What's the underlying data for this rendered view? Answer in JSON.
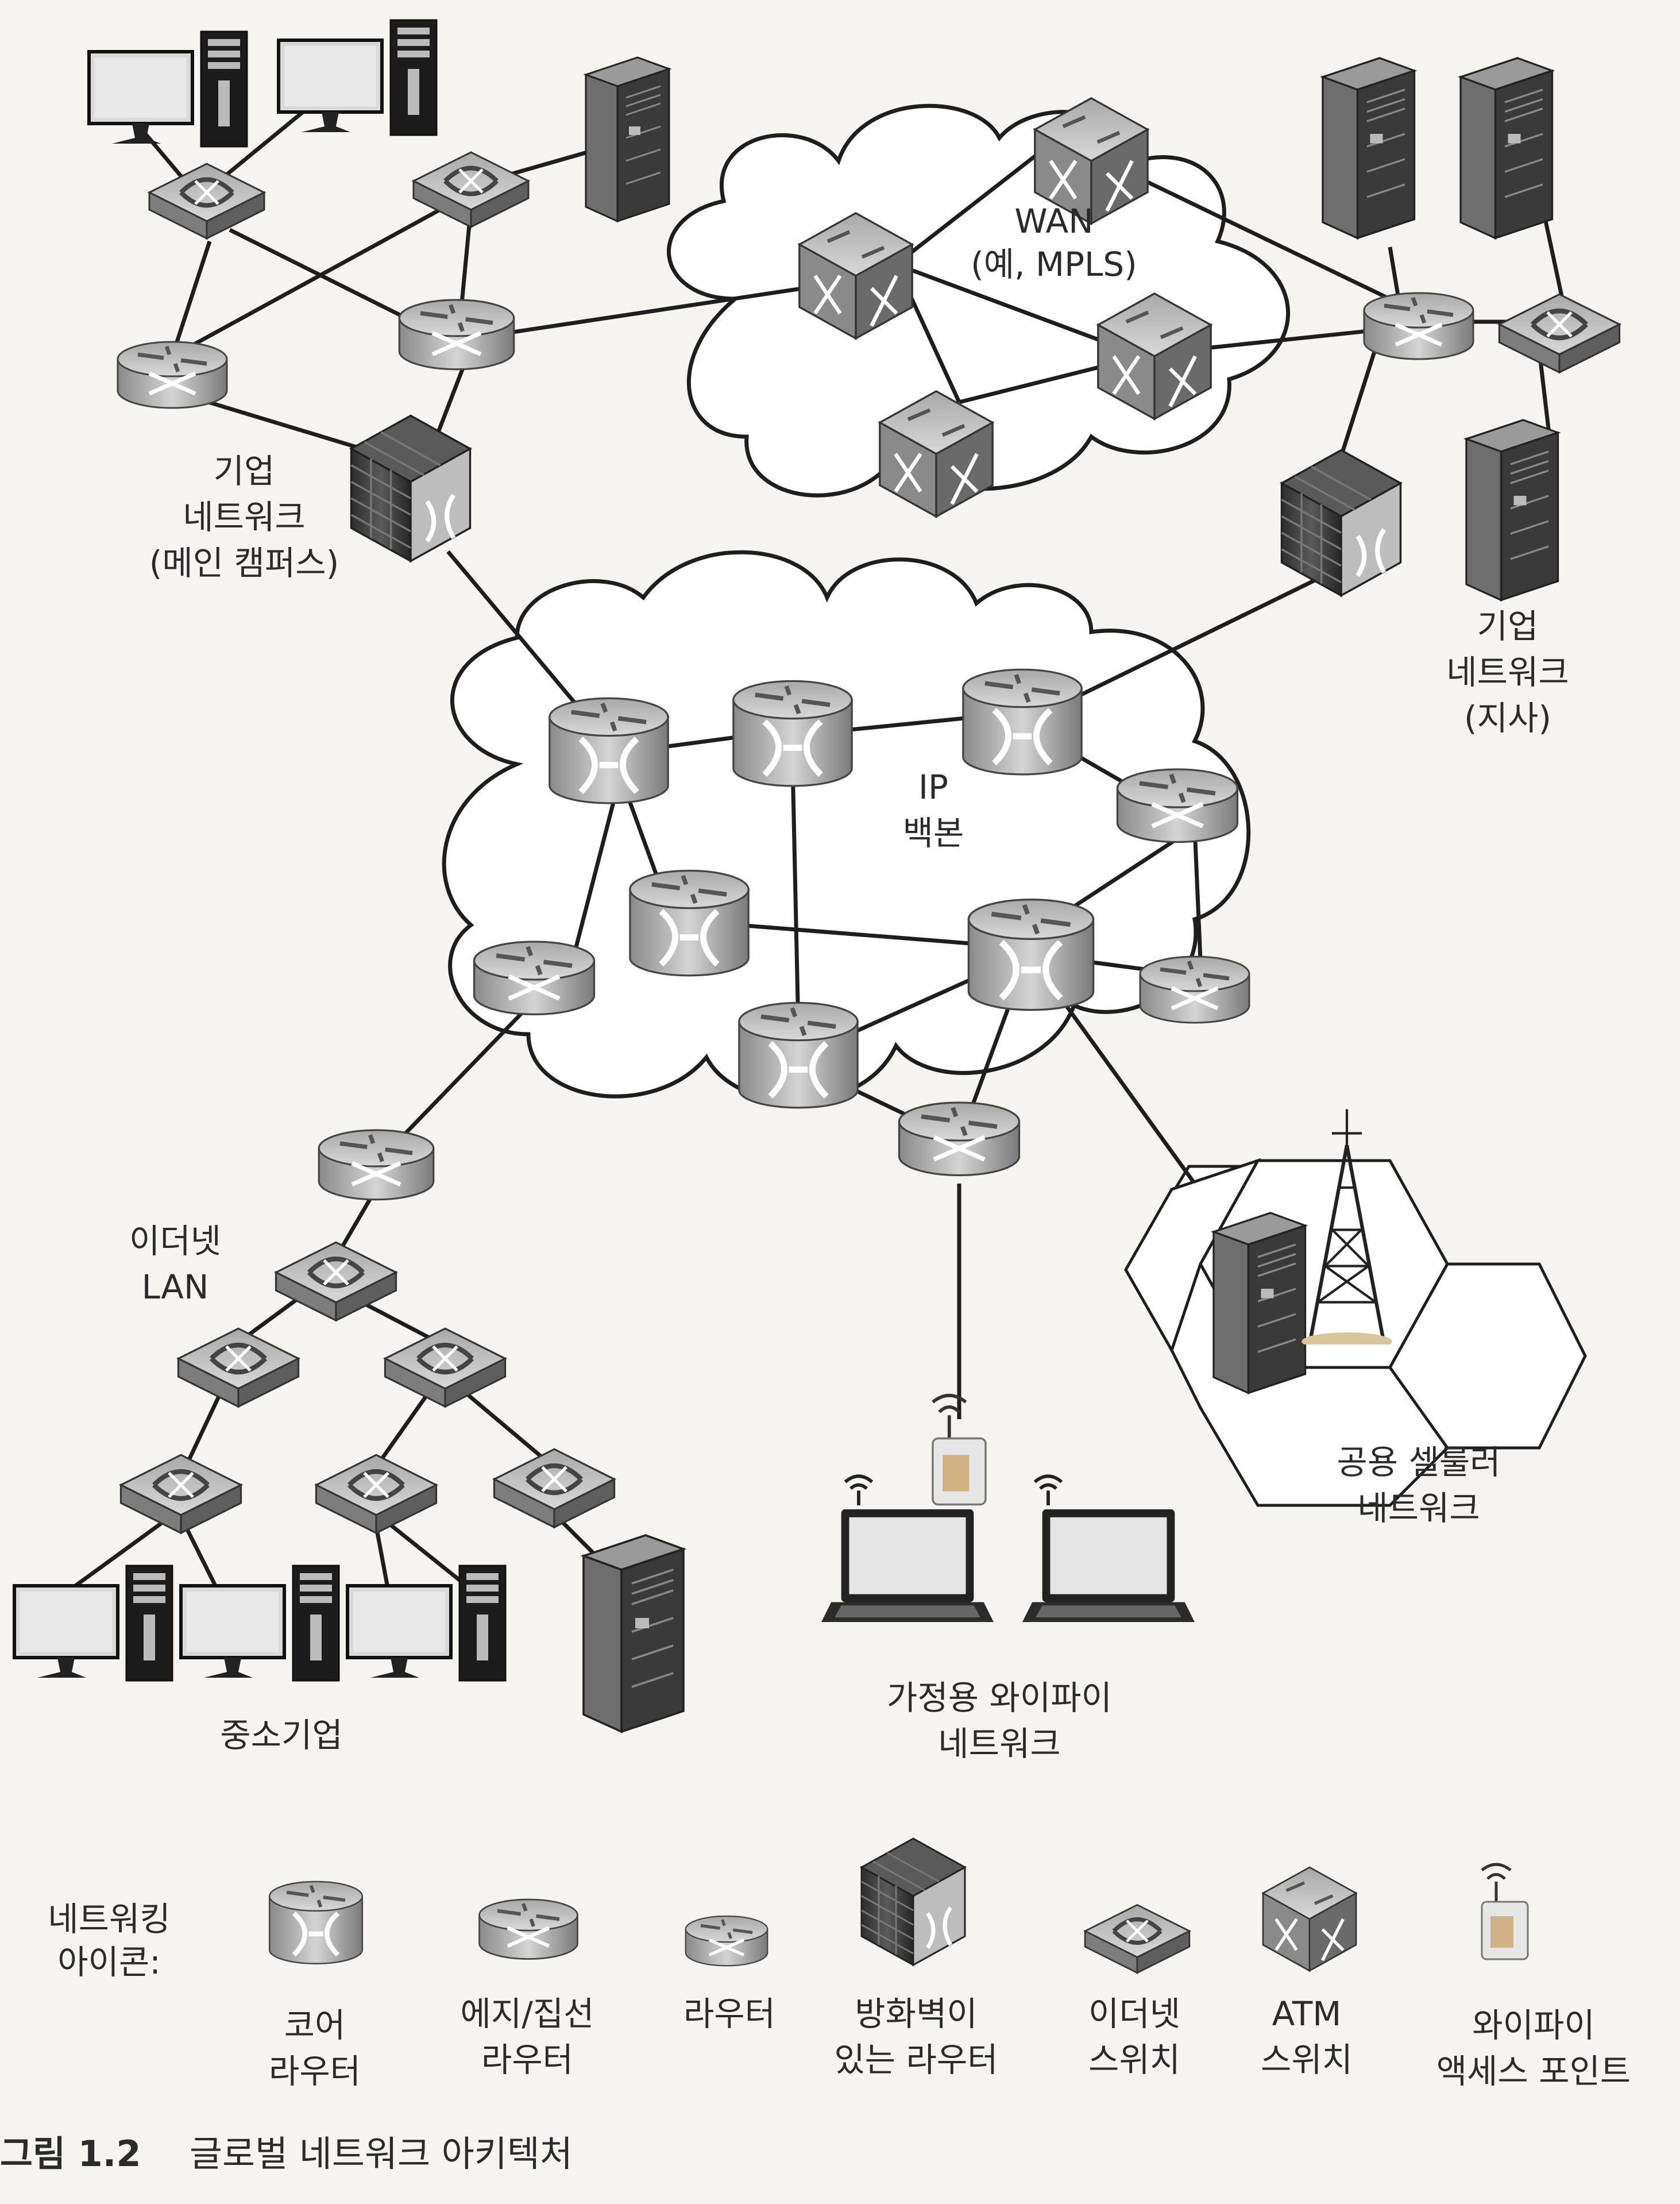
{
  "labels": {
    "main_campus": [
      "기업",
      "네트워크",
      "(메인 캠퍼스)"
    ],
    "wan": [
      "WAN",
      "(예, MPLS)"
    ],
    "branch": [
      "기업",
      "네트워크",
      "(지사)"
    ],
    "ip_backbone": [
      "IP",
      "백본"
    ],
    "ethernet_lan": [
      "이더넷",
      "LAN"
    ],
    "sme": "중소기업",
    "home_wifi": [
      "가정용 와이파이",
      "네트워크"
    ],
    "cellular": [
      "공용 셀룰러",
      "네트워크"
    ]
  },
  "legend": {
    "title": [
      "네트워킹",
      "아이콘:"
    ],
    "items": [
      {
        "icon": "core-router-icon",
        "label": [
          "코어",
          "라우터"
        ]
      },
      {
        "icon": "edge-router-icon",
        "label": [
          "에지/집선",
          "라우터"
        ]
      },
      {
        "icon": "router-icon",
        "label": [
          "라우터"
        ]
      },
      {
        "icon": "firewall-router-icon",
        "label": [
          "방화벽이",
          "있는 라우터"
        ]
      },
      {
        "icon": "ethernet-switch-icon",
        "label": [
          "이더넷",
          "스위치"
        ]
      },
      {
        "icon": "atm-switch-icon",
        "label": [
          "ATM",
          "스위치"
        ]
      },
      {
        "icon": "wifi-access-point-icon",
        "label": [
          "와이파이",
          "액세스 포인트"
        ]
      }
    ]
  },
  "caption": {
    "number": "그림 1.2",
    "title": "글로벌 네트워크 아키텍처"
  }
}
